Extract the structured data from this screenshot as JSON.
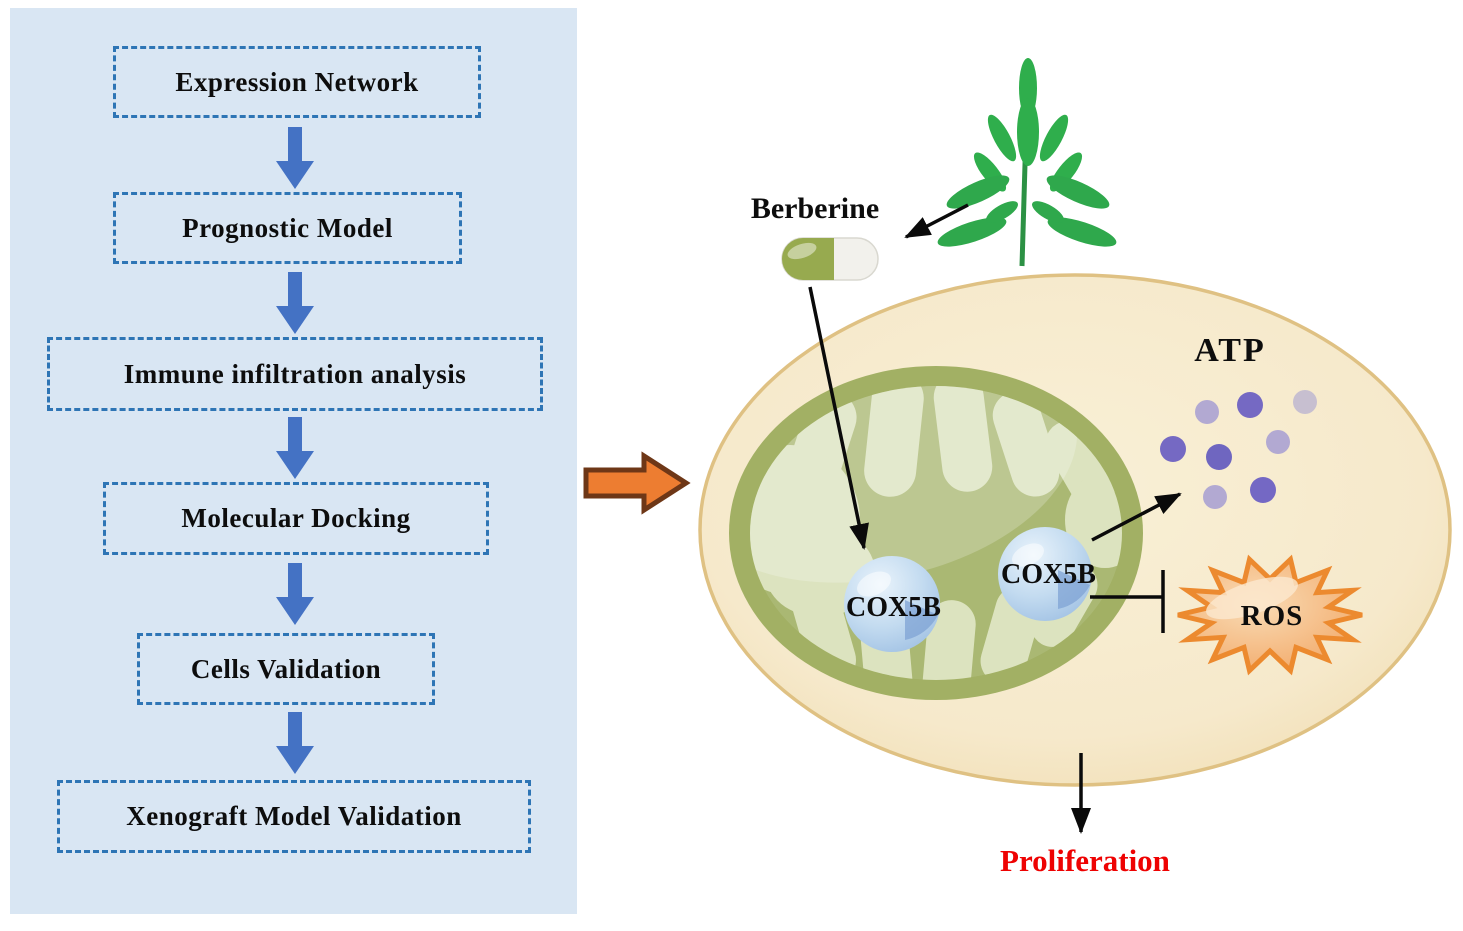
{
  "flowchart": {
    "steps": [
      "Expression Network",
      "Prognostic Model",
      "Immune infiltration analysis",
      "Molecular Docking",
      "Cells Validation",
      "Xenograft Model Validation"
    ]
  },
  "pathway": {
    "compound": "Berberine",
    "protein_mito": "COX5B",
    "protein_membrane": "COX5B",
    "atp": "ATP",
    "ros": "ROS",
    "outcome": "Proliferation"
  },
  "icons": {
    "down_arrow": "flow-down-arrow-icon",
    "right_arrow": "orange-transition-arrow-icon",
    "plant": "herb-plant-icon",
    "capsule": "drug-capsule-icon",
    "cell": "cell-membrane-shape",
    "mitochondrion": "mitochondrion-shape",
    "sphere": "protein-sphere-shape",
    "dots": "atp-dot-cluster",
    "starburst": "ros-starburst-shape",
    "inhibition": "t-bar-inhibition-line"
  },
  "colors": {
    "panel_bg": "#d9e6f3",
    "box_border": "#2e75b5",
    "flow_arrow_blue": "#4472c4",
    "transition_arrow_fill": "#ed7d31",
    "transition_arrow_border": "#6e3717",
    "cell_fill": "#f6e9cb",
    "cell_border": "#dfc183",
    "mitochondria_olive": "#a2b064",
    "mitochondria_matrix": "#aab873",
    "cristae_pale": "#dce3bf",
    "cox5b_sphere_blue": "#c3dbf0",
    "atp_dot_dark": "#7569c3",
    "atp_dot_light": "#b2a9d2",
    "atp_dot_pale": "#c7bfd0",
    "ros_fill": "#f2a868",
    "ros_border": "#ec8a2f",
    "plant_green": "#2fa84c",
    "capsule_green": "#97aa4f",
    "outcome_red": "#ee0202",
    "label_black": "#0d0d0d"
  }
}
